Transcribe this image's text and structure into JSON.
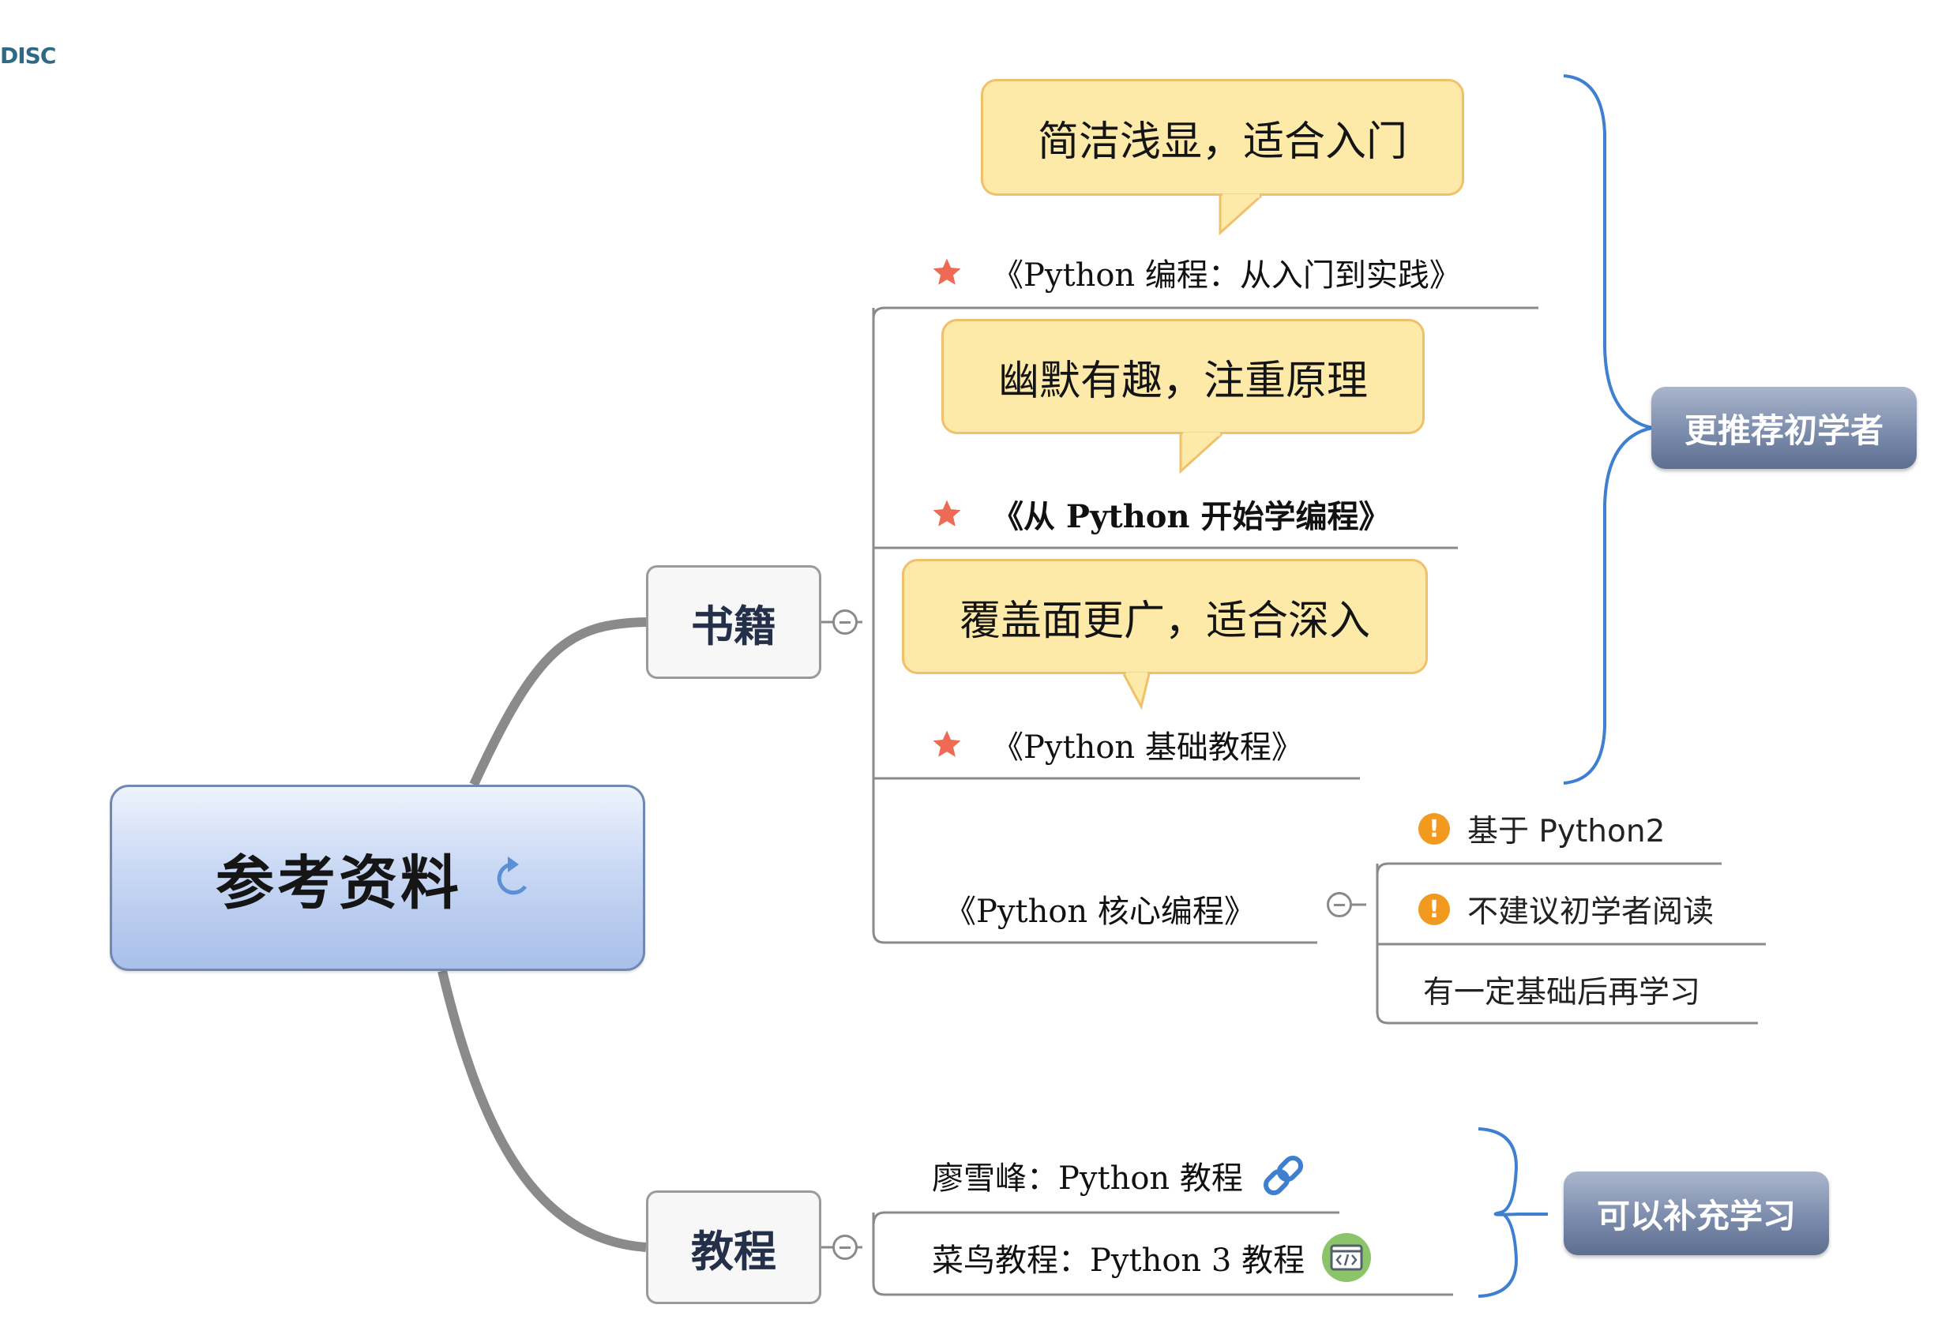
{
  "brand": "DISC",
  "root": {
    "label": "参考资料",
    "icon": "refresh-arrow-icon"
  },
  "branches": {
    "books": {
      "label": "书籍",
      "items": [
        {
          "title": "《Python 编程：从入门到实践》",
          "callout": "简洁浅显，适合入门",
          "icon": "star-icon"
        },
        {
          "title": "《从 Python 开始学编程》",
          "callout": "幽默有趣，注重原理",
          "icon": "star-icon"
        },
        {
          "title": "《Python 基础教程》",
          "callout": "覆盖面更广，适合深入",
          "icon": "star-icon"
        },
        {
          "title": "《Python 核心编程》",
          "notes": [
            {
              "text": "基于 Python2",
              "icon": "warning-icon"
            },
            {
              "text": "不建议初学者阅读",
              "icon": "warning-icon"
            },
            {
              "text": "有一定基础后再学习"
            }
          ]
        }
      ],
      "summary": "更推荐初学者"
    },
    "tutorials": {
      "label": "教程",
      "items": [
        {
          "title": "廖雪峰：Python 教程",
          "icon": "link-icon"
        },
        {
          "title": "菜鸟教程：Python 3 教程",
          "icon": "code-window-icon"
        }
      ],
      "summary": "可以补充学习"
    }
  },
  "colors": {
    "root_fill": "#b8cdf0",
    "callout_fill": "#fde9a8",
    "callout_border": "#f0c06a",
    "star": "#ee6a55",
    "warning": "#f29a1f",
    "brace": "#3f7fd0",
    "summary_tag": "#7c8cac"
  }
}
